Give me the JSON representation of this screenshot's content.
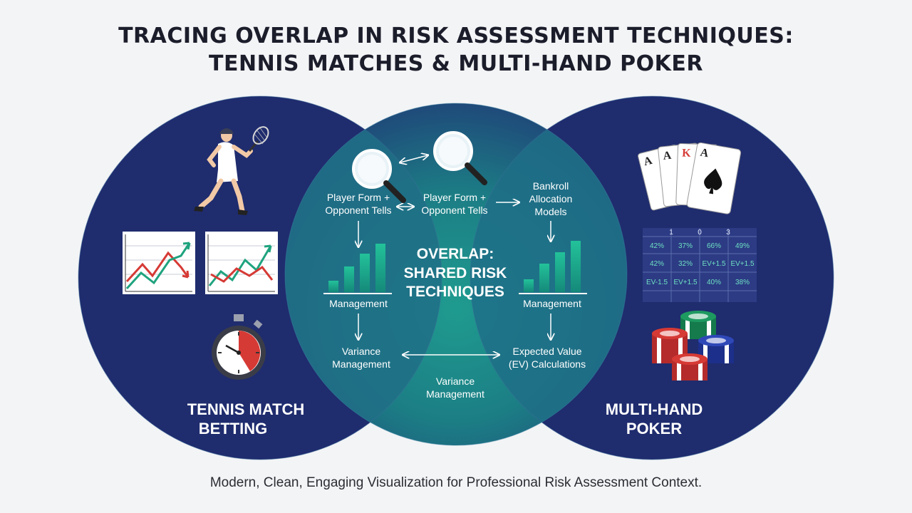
{
  "title": {
    "line1": "TRACING OVERLAP IN RISK ASSESSMENT TECHNIQUES:",
    "line2": "TENNIS MATCHES & MULTI-HAND POKER"
  },
  "left": {
    "label_line1": "TENNIS MATCH",
    "label_line2": "BETTING",
    "icons": [
      "tennis-player-icon",
      "line-chart-icon",
      "line-chart-icon",
      "stopwatch-icon"
    ]
  },
  "right": {
    "label_line1": "MULTI-HAND",
    "label_line2": "POKER",
    "cards": [
      "A",
      "A",
      "K",
      "A"
    ],
    "table_header": [
      "1",
      "0",
      "3"
    ],
    "table_rows": [
      [
        "42%",
        "37%",
        "66%",
        "49%"
      ],
      [
        "42%",
        "32%",
        "EV+1.5",
        "EV+1.5"
      ],
      [
        "EV-1.5",
        "EV+1.5",
        "40%",
        "38%"
      ]
    ],
    "icons": [
      "playing-cards-icon",
      "odds-table-icon",
      "poker-chips-icon"
    ]
  },
  "overlap": {
    "heading_line1": "OVERLAP:",
    "heading_line2": "SHARED RISK",
    "heading_line3": "TECHNIQUES",
    "node_form_left_1": "Player Form +",
    "node_form_left_2": "Opponent Tells",
    "node_form_right_1": "Player Form +",
    "node_form_right_2": "Opponent Tells",
    "node_bankroll_1": "Bankroll",
    "node_bankroll_2": "Allocation",
    "node_bankroll_3": "Models",
    "node_mgmt_left": "Management",
    "node_mgmt_right": "Management",
    "node_variance_left_1": "Variance",
    "node_variance_left_2": "Management",
    "node_ev_1": "Expected Value",
    "node_ev_2": "(EV) Calculations",
    "node_variance_bottom_1": "Variance",
    "node_variance_bottom_2": "Management"
  },
  "caption": "Modern, Clean, Engaging Visualization for Professional Risk Assessment Context.",
  "colors": {
    "navy": "#1f2c6e",
    "teal": "#1e8f8a",
    "chart_green": "#1fa37e",
    "chart_red": "#d63a35",
    "background": "#f3f4f6"
  }
}
